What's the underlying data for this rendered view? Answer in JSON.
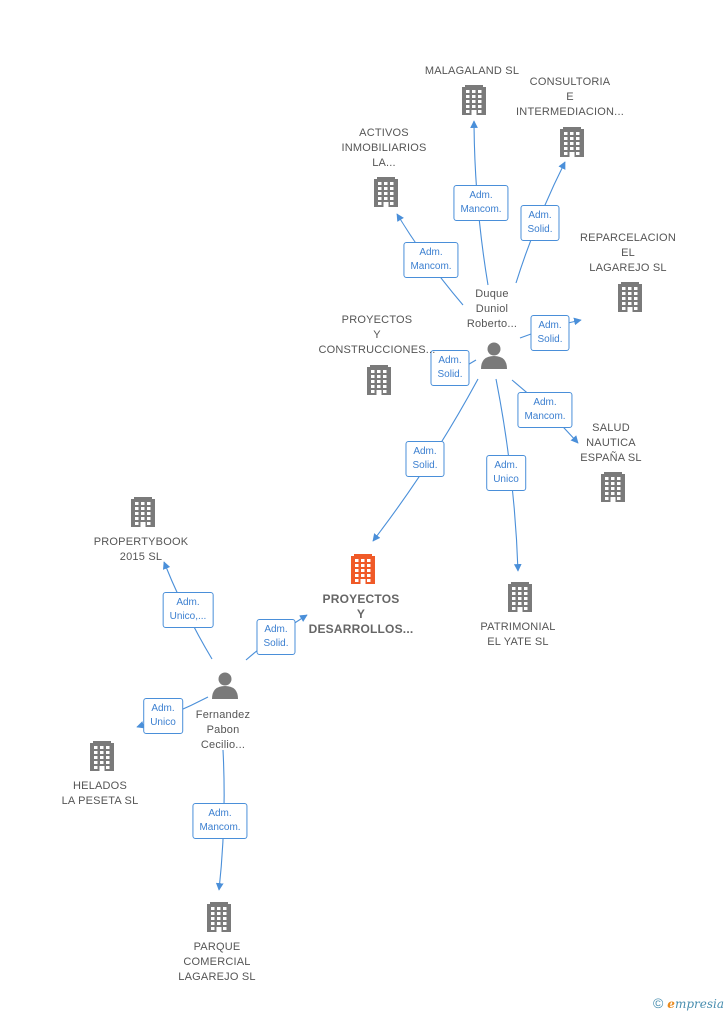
{
  "colors": {
    "company": "#7a7a7a",
    "main_company": "#f05a28",
    "person": "#7a7a7a",
    "edge": "#4a8fd9",
    "edge_text": "#3b7fd0",
    "label_text": "#555555"
  },
  "nodes": [
    {
      "id": "malagaland",
      "type": "company",
      "label": "MALAGALAND SL"
    },
    {
      "id": "consultoria",
      "type": "company",
      "label": "CONSULTORIA\nE\nINTERMEDIACION..."
    },
    {
      "id": "activos",
      "type": "company",
      "label": "ACTIVOS\nINMOBILIARIOS\nLA..."
    },
    {
      "id": "reparcelacion",
      "type": "company",
      "label": "REPARCELACION\nEL\nLAGAREJO SL"
    },
    {
      "id": "proyectos_construcciones",
      "type": "company",
      "label": "PROYECTOS\nY\nCONSTRUCCIONES..."
    },
    {
      "id": "duque",
      "type": "person",
      "label": "Duque\nDuniol\nRoberto..."
    },
    {
      "id": "salud",
      "type": "company",
      "label": "SALUD\nNAUTICA\nESPAÑA SL"
    },
    {
      "id": "propertybook",
      "type": "company",
      "label": "PROPERTYBOOK\n2015 SL"
    },
    {
      "id": "proyectos_desarrollos",
      "type": "main",
      "label": "PROYECTOS\nY\nDESARROLLOS..."
    },
    {
      "id": "patrimonial",
      "type": "company",
      "label": "PATRIMONIAL\nEL YATE SL"
    },
    {
      "id": "fernandez",
      "type": "person",
      "label": "Fernandez\nPabon\nCecilio..."
    },
    {
      "id": "helados",
      "type": "company",
      "label": "HELADOS\nLA PESETA SL"
    },
    {
      "id": "parque",
      "type": "company",
      "label": "PARQUE\nCOMERCIAL\nLAGAREJO SL"
    }
  ],
  "edges": [
    {
      "from": "duque",
      "to": "malagaland",
      "label": "Adm.\nMancom."
    },
    {
      "from": "duque",
      "to": "consultoria",
      "label": "Adm.\nSolid."
    },
    {
      "from": "duque",
      "to": "activos",
      "label": "Adm.\nMancom."
    },
    {
      "from": "duque",
      "to": "reparcelacion",
      "label": "Adm.\nSolid."
    },
    {
      "from": "duque",
      "to": "proyectos_construcciones",
      "label": "Adm.\nSolid."
    },
    {
      "from": "duque",
      "to": "salud",
      "label": "Adm.\nMancom."
    },
    {
      "from": "duque",
      "to": "proyectos_desarrollos",
      "label": "Adm.\nSolid."
    },
    {
      "from": "duque",
      "to": "patrimonial",
      "label": "Adm.\nUnico"
    },
    {
      "from": "fernandez",
      "to": "propertybook",
      "label": "Adm.\nUnico,..."
    },
    {
      "from": "fernandez",
      "to": "proyectos_desarrollos",
      "label": "Adm.\nSolid."
    },
    {
      "from": "fernandez",
      "to": "helados",
      "label": "Adm.\nUnico"
    },
    {
      "from": "fernandez",
      "to": "parque",
      "label": "Adm.\nMancom."
    }
  ],
  "footer": {
    "copyright_symbol": "©",
    "brand_initial": "e",
    "brand_rest": "mpresia"
  }
}
